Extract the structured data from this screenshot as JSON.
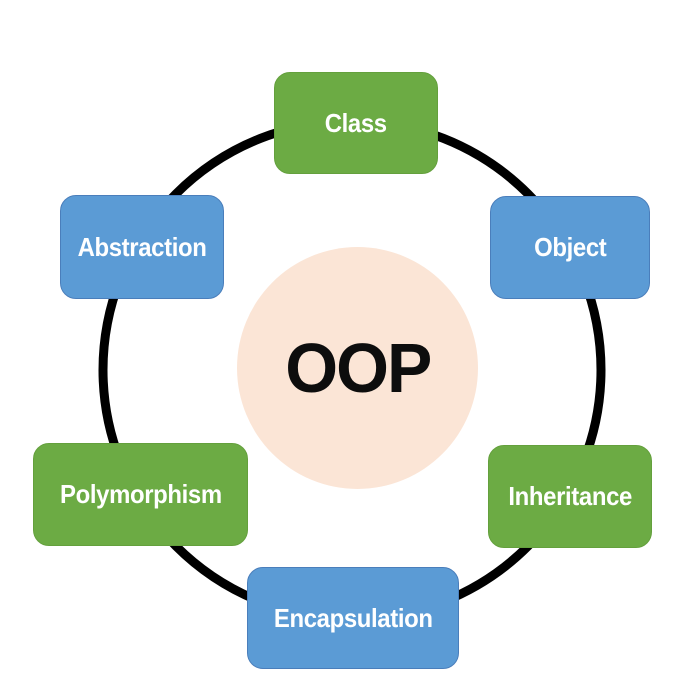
{
  "diagram": {
    "type": "cycle-diagram",
    "center": {
      "label": "OOP"
    },
    "nodes": [
      {
        "id": "class",
        "label": "Class",
        "color": "green",
        "position": "top"
      },
      {
        "id": "object",
        "label": "Object",
        "color": "blue",
        "position": "top-right"
      },
      {
        "id": "inheritance",
        "label": "Inheritance",
        "color": "green",
        "position": "bottom-right"
      },
      {
        "id": "encapsulation",
        "label": "Encapsulation",
        "color": "blue",
        "position": "bottom"
      },
      {
        "id": "polymorphism",
        "label": "Polymorphism",
        "color": "green",
        "position": "bottom-left"
      },
      {
        "id": "abstraction",
        "label": "Abstraction",
        "color": "blue",
        "position": "top-left"
      }
    ],
    "colors": {
      "green": "#6CAB44",
      "blue": "#5B9BD5",
      "blue_border": "#4A7EBB",
      "center_fill": "#FBE5D6",
      "ring": "#000000",
      "label_text": "#FFFFFF",
      "center_text": "#0D0D0D",
      "background": "#FFFFFF"
    }
  }
}
